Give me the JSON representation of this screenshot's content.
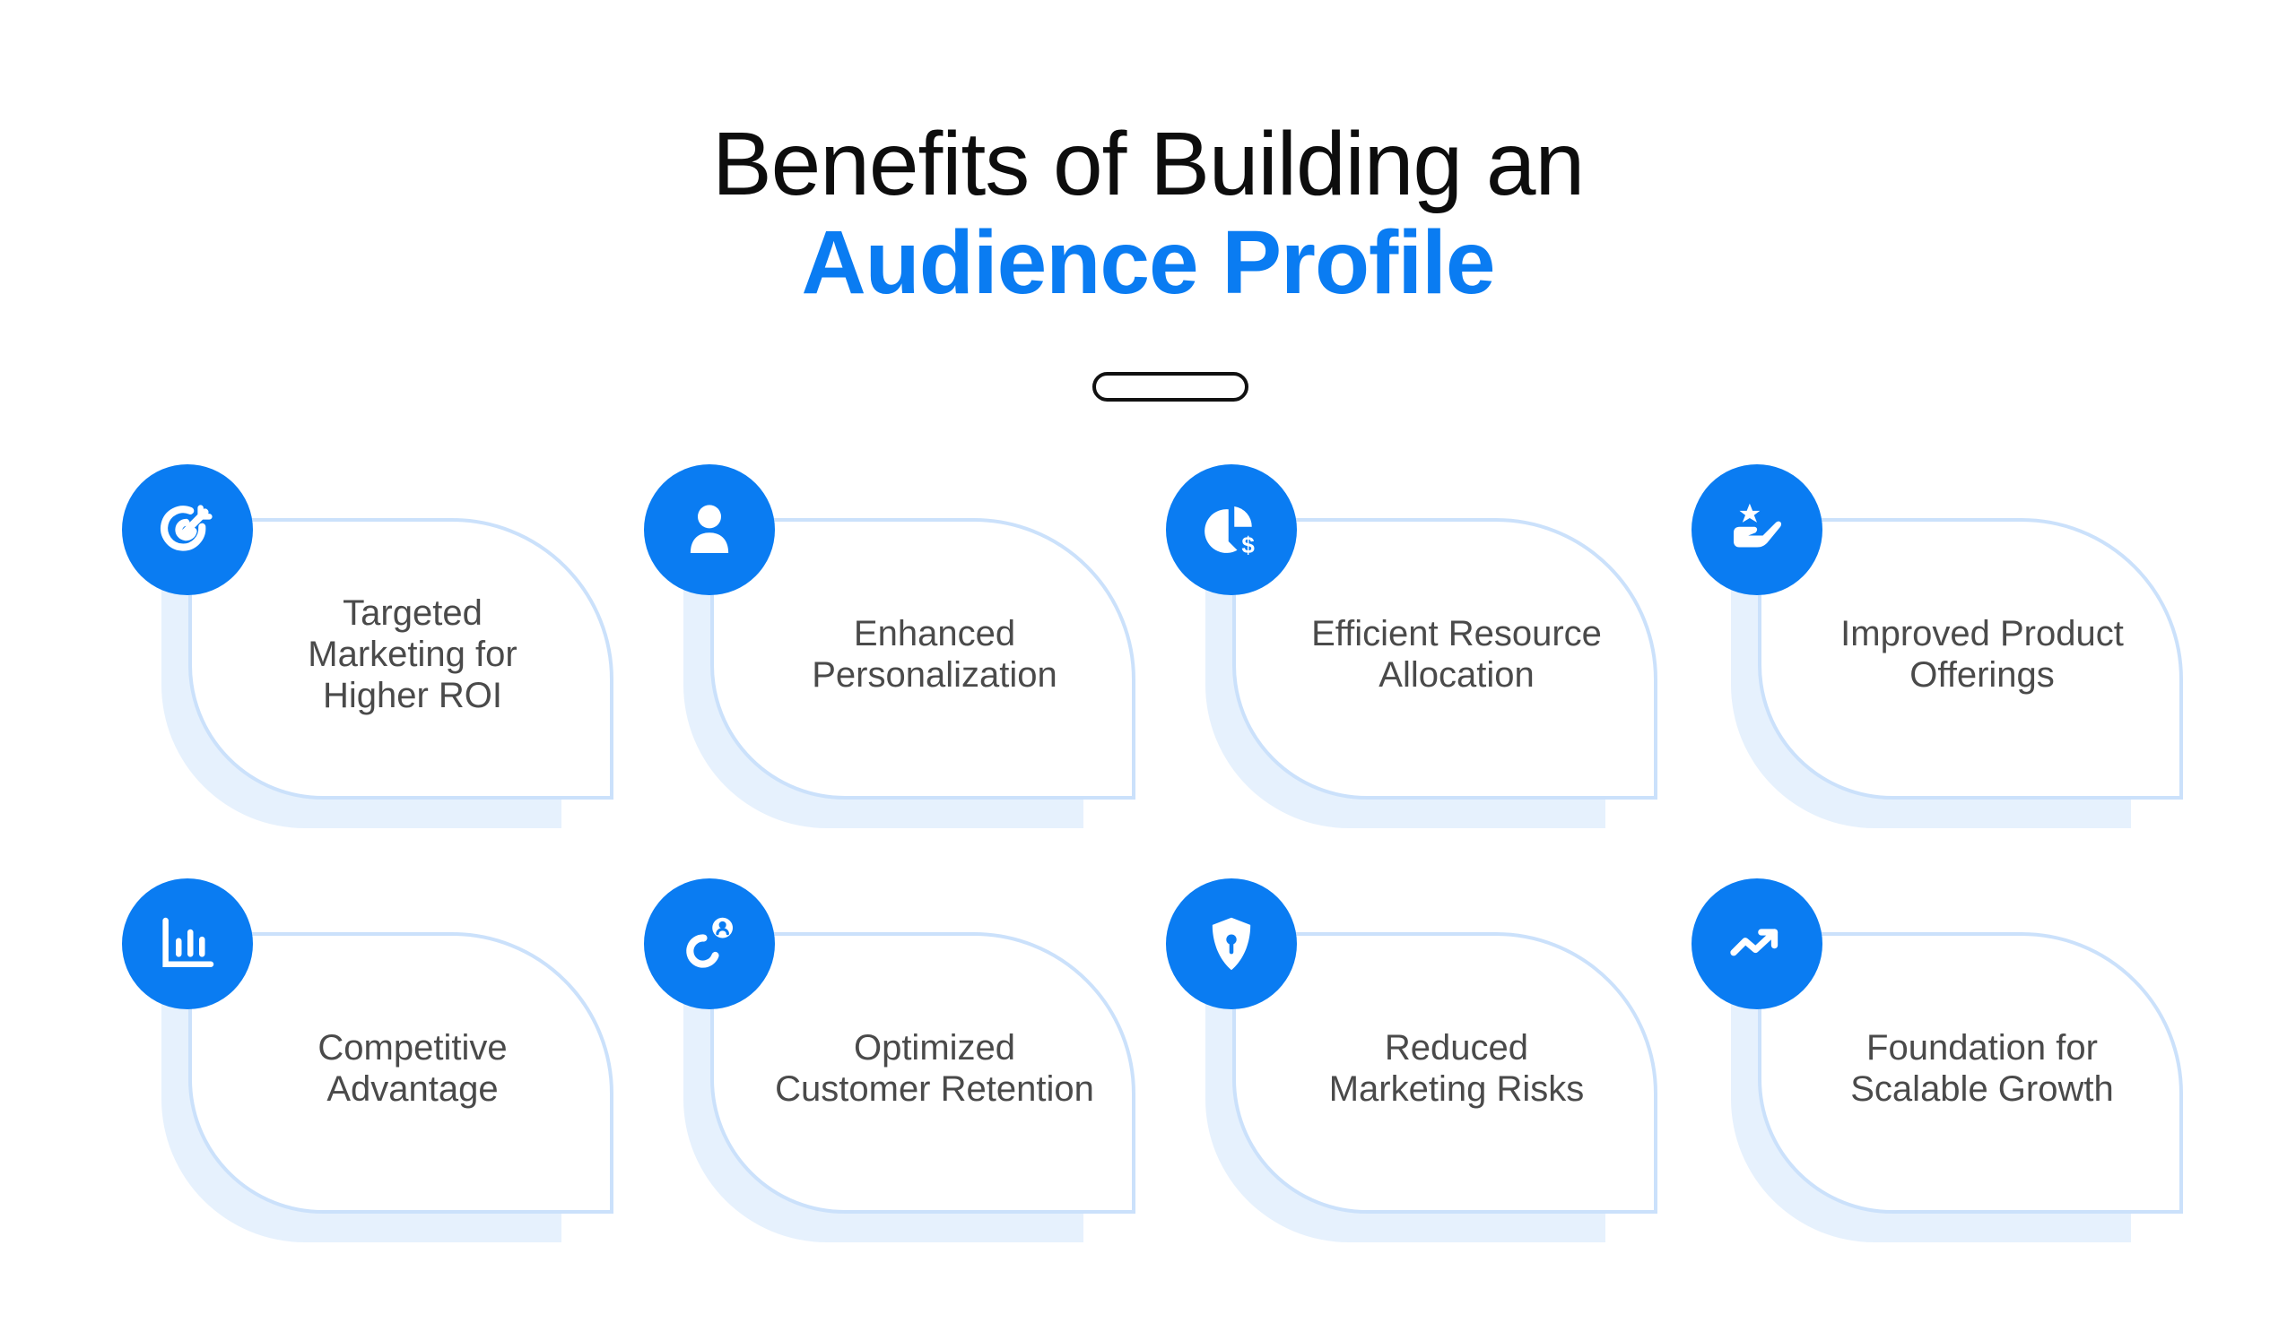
{
  "header": {
    "title_line1": "Benefits of Building an",
    "title_line2": "Audience Profile"
  },
  "colors": {
    "accent": "#0a7cf2",
    "title_text": "#0d0d0d",
    "label_text": "#4a4a4a",
    "card_border": "#cbe1fb",
    "card_shadow": "#e6f1fd"
  },
  "cards": [
    {
      "label": "Targeted\nMarketing for\nHigher ROI",
      "icon": "target-arrow-icon"
    },
    {
      "label": "Enhanced\nPersonalization",
      "icon": "user-icon"
    },
    {
      "label": "Efficient Resource\nAllocation",
      "icon": "pie-chart-dollar-icon"
    },
    {
      "label": "Improved Product\nOfferings",
      "icon": "hand-star-icon"
    },
    {
      "label": "Competitive\nAdvantage",
      "icon": "bar-chart-icon"
    },
    {
      "label": "Optimized\nCustomer Retention",
      "icon": "magnet-user-icon"
    },
    {
      "label": "Reduced\nMarketing Risks",
      "icon": "shield-keyhole-icon"
    },
    {
      "label": "Foundation for\nScalable Growth",
      "icon": "trend-up-arrow-icon"
    }
  ]
}
